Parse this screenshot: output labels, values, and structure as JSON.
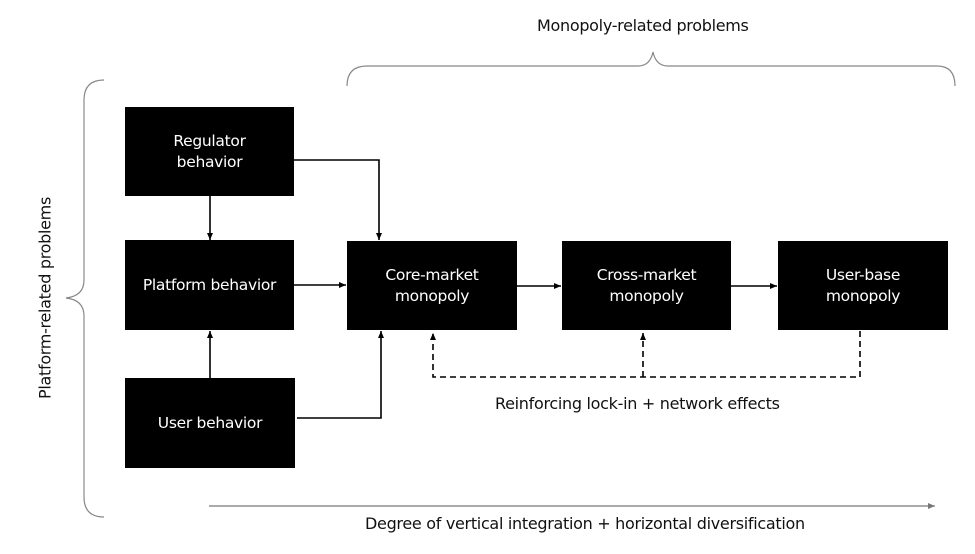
{
  "title_top": "Monopoly-related problems",
  "title_left": "Platform-related problems",
  "feedback_label": "Reinforcing lock-in + network effects",
  "axis_label": "Degree of vertical integration + horizontal diversification",
  "nodes": {
    "regulator": "Regulator\nbehavior",
    "platform": "Platform behavior",
    "user": "User behavior",
    "core": "Core-market\nmonopoly",
    "cross": "Cross-market\nmonopoly",
    "userbase": "User-base\nmonopoly"
  },
  "colors": {
    "box": "#000000",
    "text_on_box": "#ffffff",
    "bracket": "#808080"
  }
}
